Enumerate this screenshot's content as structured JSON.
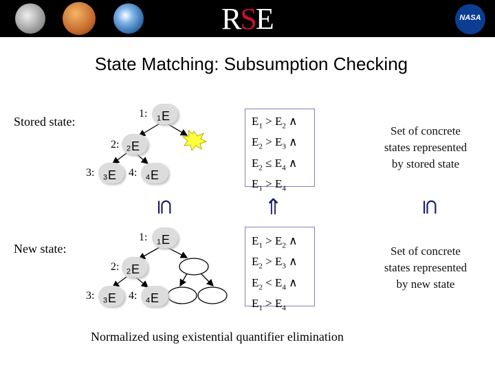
{
  "header": {
    "logo_text_r": "R",
    "logo_text_s": "S",
    "logo_text_e": "E",
    "nasa_label": "NASA",
    "colors": {
      "banner": "#000000",
      "logo_s": "#c8102e",
      "box_border": "#8a7eb8",
      "symbol": "#1a1f6e"
    }
  },
  "title": "State Matching: Subsumption Checking",
  "stored": {
    "label": "Stored state:",
    "nodes": [
      {
        "num": "1:",
        "name": "E",
        "sub": "1"
      },
      {
        "num": "2:",
        "name": "E",
        "sub": "2"
      },
      {
        "num": "3:",
        "name": "E",
        "sub": "3"
      },
      {
        "num": "4:",
        "name": "E",
        "sub": "4"
      }
    ],
    "constraints": [
      {
        "a": "E",
        "as": "1",
        "op": "> E",
        "bs": "2",
        "tail": " ∧"
      },
      {
        "a": "E",
        "as": "2",
        "op": "> E",
        "bs": "3",
        "tail": " ∧"
      },
      {
        "a": "E",
        "as": "2",
        "op": "≤ E",
        "bs": "4",
        "tail": " ∧"
      },
      {
        "a": "E",
        "as": "1",
        "op": "> E",
        "bs": "4",
        "tail": ""
      }
    ],
    "description": [
      "Set of concrete",
      "states represented",
      "by stored state"
    ]
  },
  "relations": {
    "subset_left": "⊆",
    "implies": "⇑",
    "subset_right": "⊆"
  },
  "new_state": {
    "label": "New state:",
    "nodes": [
      {
        "num": "1:",
        "name": "E",
        "sub": "1"
      },
      {
        "num": "2:",
        "name": "E",
        "sub": "2"
      },
      {
        "num": "3:",
        "name": "E",
        "sub": "3"
      },
      {
        "num": "4:",
        "name": "E",
        "sub": "4"
      }
    ],
    "constraints": [
      {
        "a": "E",
        "as": "1",
        "op": "> E",
        "bs": "2",
        "tail": " ∧"
      },
      {
        "a": "E",
        "as": "2",
        "op": "> E",
        "bs": "3",
        "tail": " ∧"
      },
      {
        "a": "E",
        "as": "2",
        "op": "< E",
        "bs": "4",
        "tail": " ∧"
      },
      {
        "a": "E",
        "as": "1",
        "op": "> E",
        "bs": "4",
        "tail": ""
      }
    ],
    "description": [
      "Set of concrete",
      "states represented",
      "by new state"
    ]
  },
  "footer": "Normalized using existential quantifier elimination"
}
